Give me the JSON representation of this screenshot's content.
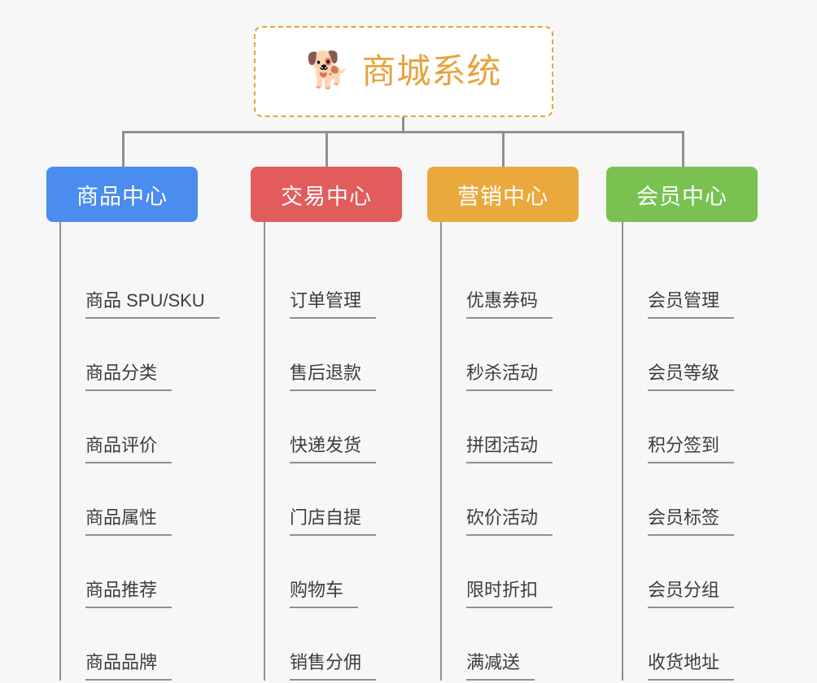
{
  "canvas": {
    "background": "#f7f7f7",
    "connector_color": "#909090"
  },
  "root": {
    "icon": "shiba-inu-dog-face",
    "icon_glyph": "🐕",
    "title": "商城系统",
    "title_color": "#e8a33d",
    "border_color": "#e8a33d",
    "border_style": "dashed"
  },
  "columns": [
    {
      "id": "product-center",
      "label": "商品中心",
      "color": "#4a8cf0",
      "items": [
        {
          "label": "商品 SPU/SKU"
        },
        {
          "label": "商品分类"
        },
        {
          "label": "商品评价"
        },
        {
          "label": "商品属性"
        },
        {
          "label": "商品推荐"
        },
        {
          "label": "商品品牌"
        }
      ]
    },
    {
      "id": "trade-center",
      "label": "交易中心",
      "color": "#e25c5c",
      "items": [
        {
          "label": "订单管理"
        },
        {
          "label": "售后退款"
        },
        {
          "label": "快递发货"
        },
        {
          "label": "门店自提"
        },
        {
          "label": "购物车"
        },
        {
          "label": "销售分佣"
        }
      ]
    },
    {
      "id": "marketing-center",
      "label": "营销中心",
      "color": "#eaa93c",
      "items": [
        {
          "label": "优惠券码"
        },
        {
          "label": "秒杀活动"
        },
        {
          "label": "拼团活动"
        },
        {
          "label": "砍价活动"
        },
        {
          "label": "限时折扣"
        },
        {
          "label": "满减送"
        }
      ]
    },
    {
      "id": "member-center",
      "label": "会员中心",
      "color": "#79c252",
      "items": [
        {
          "label": "会员管理"
        },
        {
          "label": "会员等级"
        },
        {
          "label": "积分签到"
        },
        {
          "label": "会员标签"
        },
        {
          "label": "会员分组"
        },
        {
          "label": "收货地址"
        }
      ]
    }
  ]
}
